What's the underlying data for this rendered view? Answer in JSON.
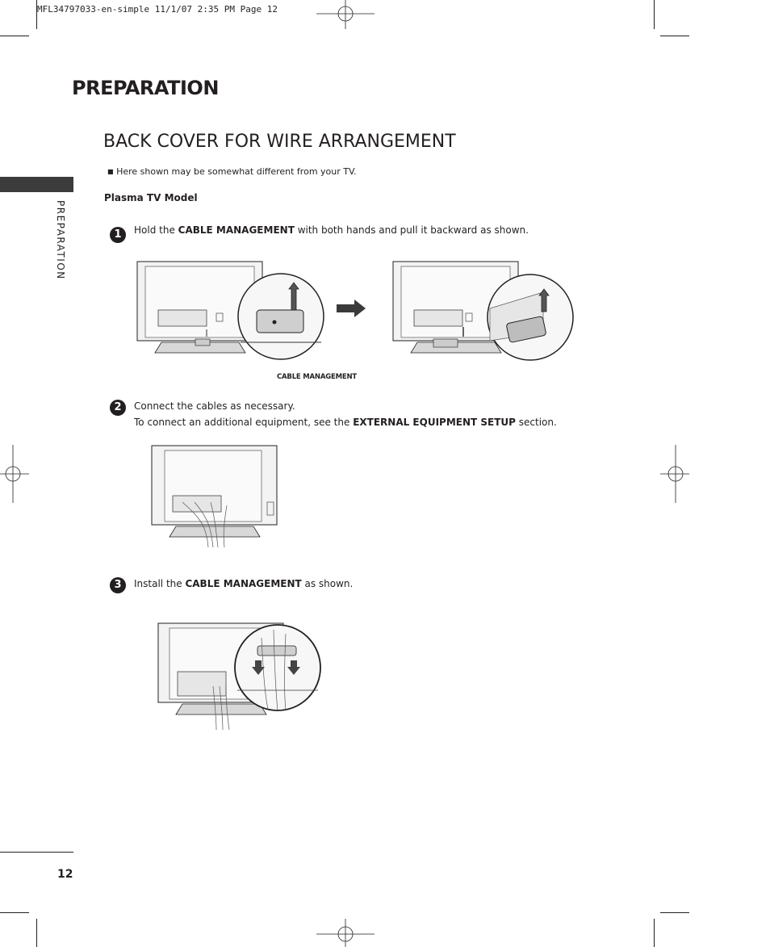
{
  "print_header": "MFL34797033-en-simple  11/1/07  2:35 PM  Page 12",
  "section_title": "PREPARATION",
  "page_title": "BACK COVER FOR WIRE ARRANGEMENT",
  "note": "Here shown may be somewhat different from your TV.",
  "model_heading": "Plasma TV Model",
  "side_label": "PREPARATION",
  "steps": [
    {
      "number": "1",
      "pre": "Hold the ",
      "bold": "CABLE MANAGEMENT",
      "post": " with both hands and pull it backward as shown."
    },
    {
      "number": "2",
      "line1": "Connect the cables as necessary.",
      "pre": "To connect an additional equipment, see the ",
      "bold": "EXTERNAL EQUIPMENT SETUP",
      "post": " section."
    },
    {
      "number": "3",
      "pre": "Install the ",
      "bold": "CABLE MANAGEMENT",
      "post": " as shown."
    }
  ],
  "callout_label": "CABLE MANAGEMENT",
  "page_number": "12",
  "icons": [
    "tv-back-illustration",
    "zoom-detail-circle",
    "right-arrow-icon",
    "registration-mark"
  ]
}
